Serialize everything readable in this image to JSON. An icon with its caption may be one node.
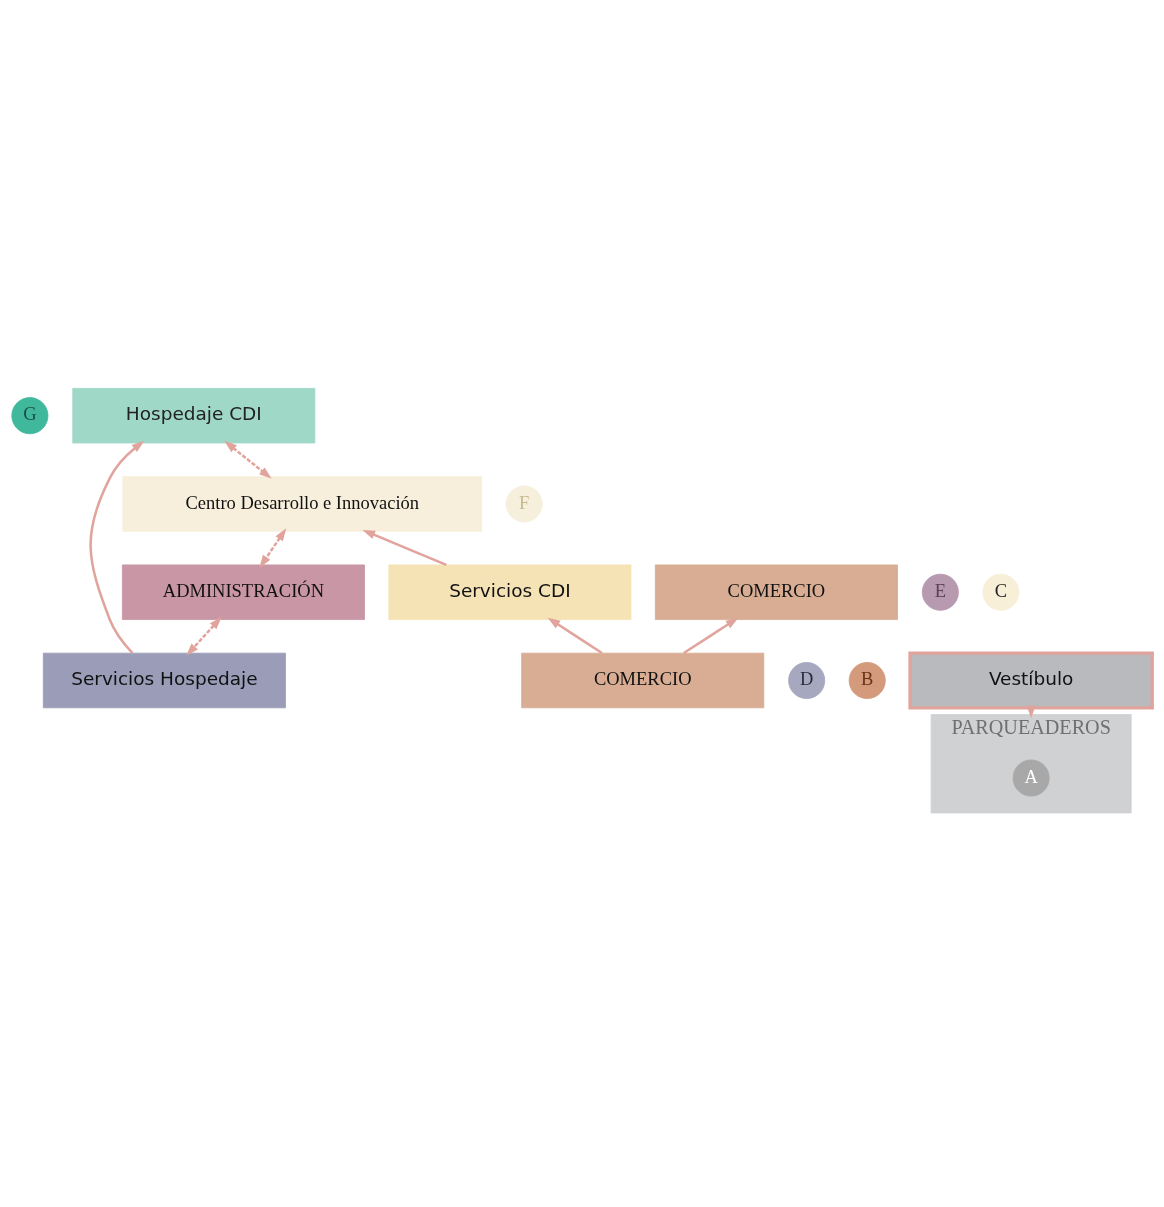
{
  "diagram": {
    "nodes": [
      {
        "text": [
          "G"
        ]
      },
      {
        "text": [
          "Hospedaje CDI"
        ]
      },
      {
        "text": [
          "Centro Desarrollo e Innovación"
        ]
      },
      {
        "text": [
          "F"
        ]
      },
      {
        "text": [
          "E"
        ]
      },
      {
        "text": [
          "ADMINISTRACIÓN"
        ]
      },
      {
        "text": [
          "D"
        ]
      },
      {
        "text": [
          "Servicios Hospedaje"
        ]
      },
      {
        "text": [
          "C"
        ]
      },
      {
        "text": [
          "Servicios CDI"
        ]
      },
      {
        "text": [
          "COMERCIO"
        ]
      },
      {
        "text": [
          "B"
        ]
      },
      {
        "text": [
          "COMERCIO"
        ]
      },
      {
        "text": [
          "Vestíbulo"
        ]
      },
      {
        "text": [
          "PARQUEADEROS"
        ]
      },
      {
        "text": [
          "A"
        ],
        "in": 14
      }
    ],
    "edges": [
      {
        "from": 2,
        "to": 1,
        "arrow": "both",
        "style": "dashed"
      },
      {
        "from": 2,
        "to": 5,
        "arrow": "both",
        "style": "dashed"
      },
      {
        "from": 5,
        "to": 7,
        "arrow": "both",
        "style": "dashed"
      },
      {
        "from": 7,
        "to": 1,
        "arrow": "to"
      },
      {
        "from": 9,
        "to": 2,
        "arrow": "to"
      },
      {
        "from": 12,
        "to": 10,
        "arrow": "to"
      },
      {
        "from": 12,
        "to": 9,
        "arrow": "to"
      },
      {
        "from": 13,
        "to": 14,
        "arrow": "to"
      }
    ]
  }
}
